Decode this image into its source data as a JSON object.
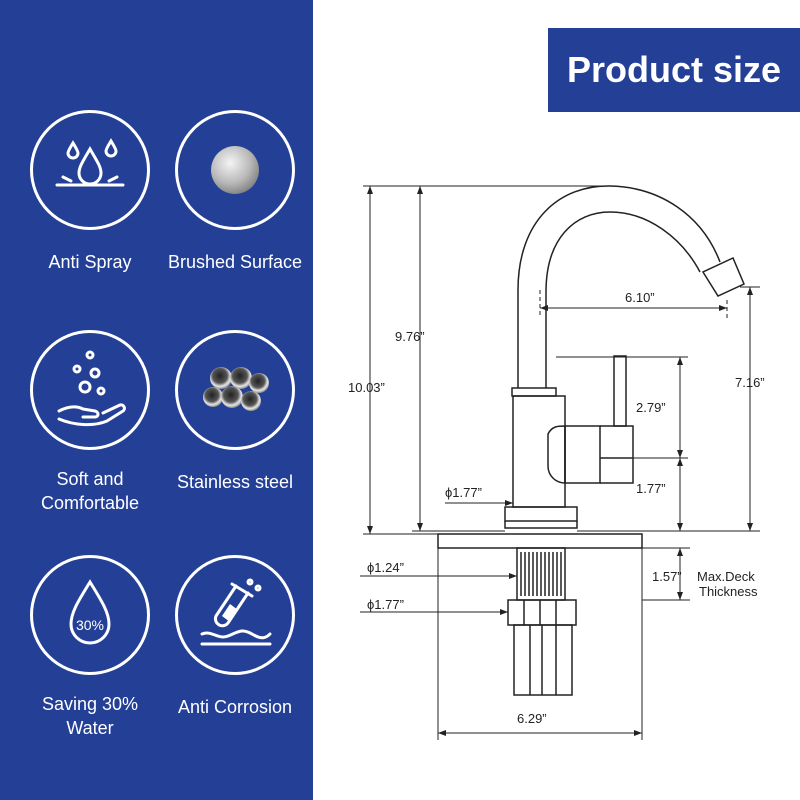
{
  "banner": {
    "title": "Product size"
  },
  "features": [
    {
      "label": "Anti Spray",
      "icon": "water-drops-icon"
    },
    {
      "label": "Brushed Surface",
      "icon": "brushed-disc-icon"
    },
    {
      "label": "Soft and\nComfortable",
      "icon": "hand-bubbles-icon"
    },
    {
      "label": "Stainless steel",
      "icon": "steel-pipes-icon"
    },
    {
      "label": "Saving 30%\nWater",
      "icon": "water-drop-30-icon",
      "badge": "30%"
    },
    {
      "label": "Anti Corrosion",
      "icon": "test-tube-icon"
    }
  ],
  "dimensions": {
    "total_height": "10.03”",
    "spout_height": "9.76”",
    "reach": "6.10”",
    "outlet_height": "7.16”",
    "handle_height": "2.79”",
    "handle_base": "1.77”",
    "body_diameter": "ϕ1.77”",
    "shank_diameter": "ϕ1.24”",
    "nut_diameter": "ϕ1.77”",
    "deck_thickness": "1.57”",
    "deck_note_1": "Max.Deck",
    "deck_note_2": "Thickness",
    "plate_width": "6.29”"
  },
  "colors": {
    "brand_blue": "#243f96",
    "line": "#222222"
  }
}
